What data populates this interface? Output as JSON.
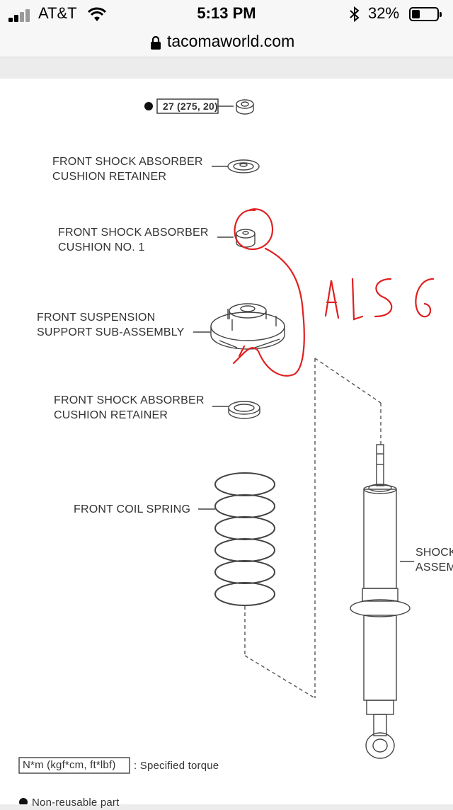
{
  "status_bar": {
    "carrier": "AT&T",
    "time": "5:13 PM",
    "battery": "32%",
    "battery_level": 0.32,
    "icons": [
      "signal-icon",
      "wifi-icon",
      "bluetooth-icon",
      "battery-icon"
    ]
  },
  "browser": {
    "url": "tacomaworld.com",
    "icon": "lock-icon"
  },
  "diagram": {
    "torque_box": "27 (275, 20)",
    "labels": {
      "retainer_top_1": "FRONT SHOCK ABSORBER",
      "retainer_top_2": "CUSHION RETAINER",
      "cushion_1": "FRONT SHOCK ABSORBER",
      "cushion_2": "CUSHION NO. 1",
      "support_1": "FRONT SUSPENSION",
      "support_2": "SUPPORT SUB-ASSEMBLY",
      "retainer_bottom_1": "FRONT SHOCK ABSORBER",
      "retainer_bottom_2": "CUSHION RETAINER",
      "coil_spring": "FRONT COIL SPRING",
      "shock_1": "SHOCK",
      "shock_2": "ASSEM"
    },
    "legend": {
      "torque_unit": "N*m (kgf*cm, ft*lbf)",
      "torque_desc": ": Specified torque",
      "non_reusable": "Non-reusable part"
    },
    "annotation": "Also",
    "annotation_color": "#e02020"
  }
}
